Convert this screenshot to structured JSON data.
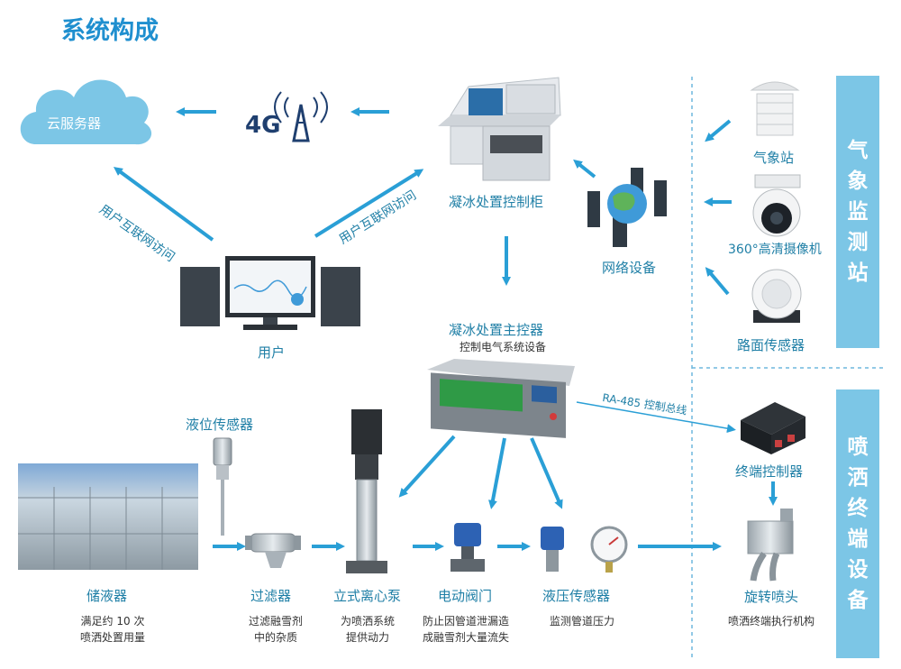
{
  "title": "系统构成",
  "cloud": "云服务器",
  "network_4g": "4G",
  "arrow_labels": {
    "user_to_cloud": "用户互联网访问",
    "user_to_cabinet": "用户互联网访问",
    "rs485": "RA-485 控制总线"
  },
  "cabinet": "凝冰处置控制柜",
  "network_device": "网络设备",
  "user": "用户",
  "controller": {
    "name": "凝冰处置主控器",
    "sub": "控制电气系统设备"
  },
  "weather_station": {
    "sidebar": "气象监测站",
    "items": [
      "气象站",
      "360°高清摄像机",
      "路面传感器"
    ]
  },
  "spray_terminal": {
    "sidebar": "喷洒终端设备",
    "controller": "终端控制器",
    "nozzle": "旋转喷头",
    "nozzle_sub": "喷洒终端执行机构"
  },
  "level_sensor": "液位传感器",
  "pipeline": [
    {
      "name": "储液器",
      "sub1": "满足约 10 次",
      "sub2": "喷洒处置用量"
    },
    {
      "name": "过滤器",
      "sub1": "过滤融雪剂",
      "sub2": "中的杂质"
    },
    {
      "name": "立式离心泵",
      "sub1": "为喷洒系统",
      "sub2": "提供动力"
    },
    {
      "name": "电动阀门",
      "sub1": "防止因管道泄漏造",
      "sub2": "成融雪剂大量流失"
    },
    {
      "name": "液压传感器",
      "sub1": "监测管道压力",
      "sub2": ""
    }
  ],
  "colors": {
    "accent": "#1f8fcf",
    "arrow": "#2a9fd6",
    "sidebar": "#7cc6e6"
  }
}
